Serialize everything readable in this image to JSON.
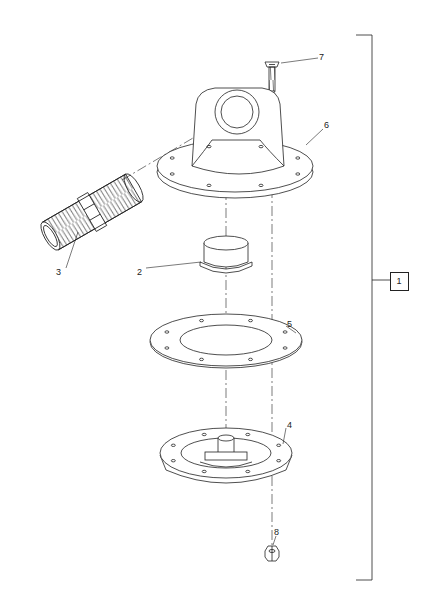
{
  "diagram": {
    "nodes": [
      {
        "text": [
          "1"
        ]
      }
    ],
    "labels": [
      "7",
      "6",
      "3",
      "2",
      "5",
      "4",
      "8"
    ]
  }
}
